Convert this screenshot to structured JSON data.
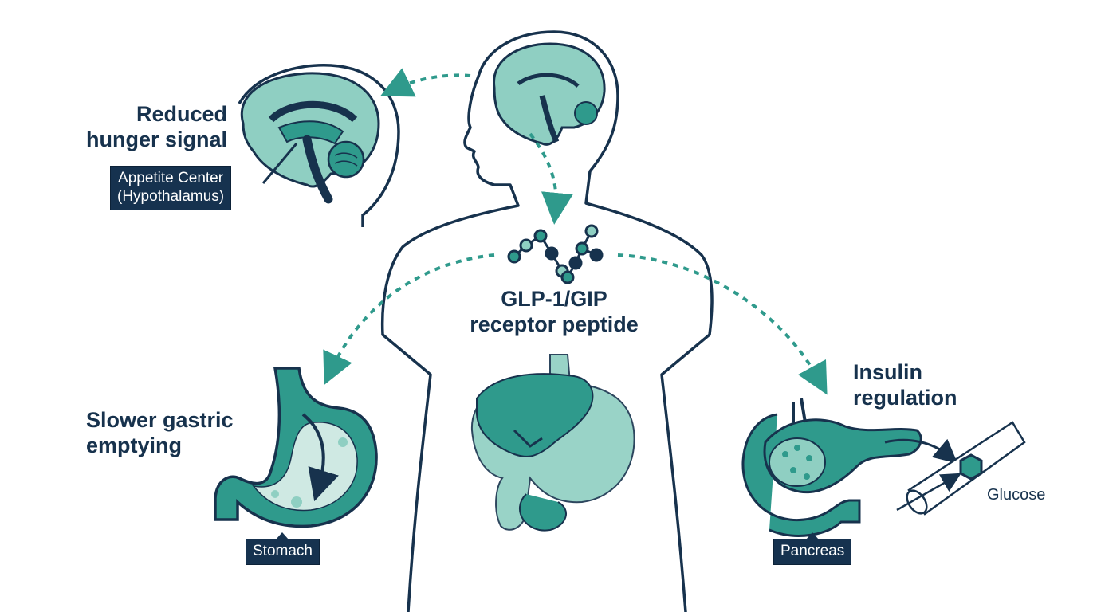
{
  "labels": {
    "hunger_title_line1": "Reduced",
    "hunger_title_line2": "hunger signal",
    "appetite_tag_line1": "Appetite Center",
    "appetite_tag_line2": "(Hypothalamus)",
    "peptide_line1": "GLP-1/GIP",
    "peptide_line2": "receptor peptide",
    "gastric_line1": "Slower gastric",
    "gastric_line2": "emptying",
    "stomach_tag": "Stomach",
    "insulin_line1": "Insulin",
    "insulin_line2": "regulation",
    "pancreas_tag": "Pancreas",
    "glucose": "Glucose"
  },
  "colors": {
    "outline": "#17324d",
    "teal": "#2f9a8c",
    "teal_light": "#8fcfc2",
    "teal_pale": "#cfe9e3",
    "tag_bg": "#16324f"
  },
  "icons": [
    "brain-icon",
    "human-silhouette-icon",
    "peptide-chain-icon",
    "stomach-icon",
    "liver-icon",
    "pancreas-icon",
    "blood-vessel-icon",
    "glucose-hexagon-icon"
  ]
}
